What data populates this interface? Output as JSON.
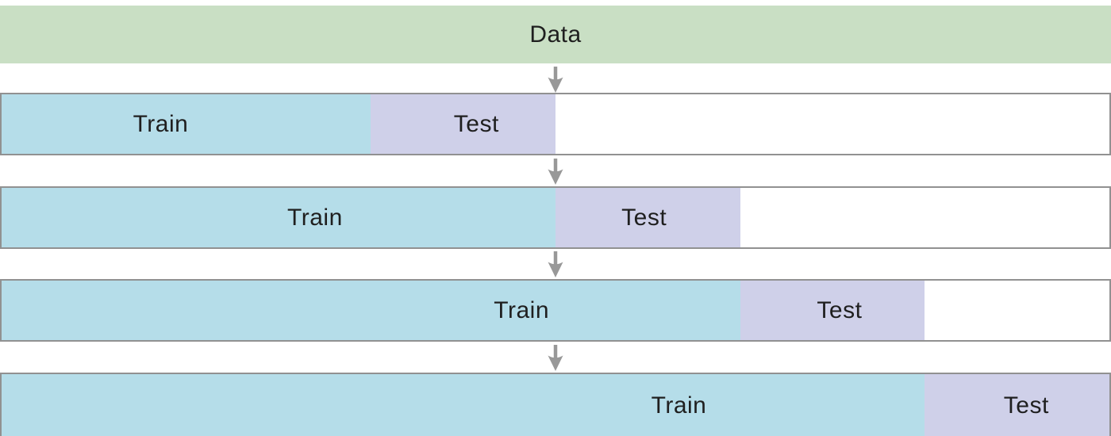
{
  "diagram": {
    "kind": "time-series-cross-validation",
    "data_bar": {
      "label": "Data"
    },
    "splits": [
      {
        "train": {
          "label": "Train",
          "frac": 0.3333,
          "label_frac": 0.1436
        },
        "test": {
          "label": "Test",
          "frac": 0.1667,
          "label_frac": 0.4286
        }
      },
      {
        "train": {
          "label": "Train",
          "frac": 0.5,
          "label_frac": 0.2829
        },
        "test": {
          "label": "Test",
          "frac": 0.1667,
          "label_frac": 0.58
        }
      },
      {
        "train": {
          "label": "Train",
          "frac": 0.6667,
          "label_frac": 0.4693
        },
        "test": {
          "label": "Test",
          "frac": 0.1667,
          "label_frac": 0.7564
        }
      },
      {
        "train": {
          "label": "Train",
          "frac": 0.8333,
          "label_frac": 0.6114
        },
        "test": {
          "label": "Test",
          "frac": 0.1667,
          "label_frac": 0.925
        }
      }
    ]
  },
  "colors": {
    "data_bar": "#c9dfc4",
    "train": "#b5dde9",
    "test": "#cfd0e9",
    "empty": "#ffffff",
    "border": "#919191",
    "arrow": "#989898",
    "text": "#1f1f1f"
  }
}
